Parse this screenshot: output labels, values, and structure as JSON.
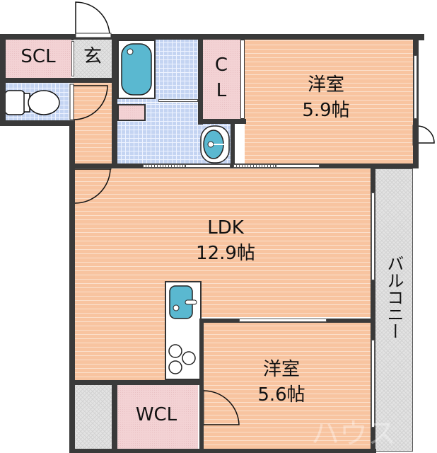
{
  "floor_plan": {
    "rooms": {
      "scl": {
        "label": "SCL"
      },
      "genkan": {
        "label": "玄"
      },
      "closet": {
        "label_line1": "C",
        "label_line2": "L"
      },
      "western_room_1": {
        "label": "洋室",
        "size": "5.9帖"
      },
      "ldk": {
        "label": "LDK",
        "size": "12.9帖"
      },
      "western_room_2": {
        "label": "洋室",
        "size": "5.6帖"
      },
      "wcl": {
        "label": "WCL"
      },
      "balcony": {
        "label": "バルコニー"
      }
    },
    "fixtures": [
      "toilet-icon",
      "bathtub-icon",
      "washbasin-icon",
      "kitchen-sink-icon",
      "stove-burners-icon"
    ],
    "colors": {
      "wall": "#3a3a3a",
      "wood_floor": "#f8c4a0",
      "tile_floor": "#c4d4f2",
      "storage_pink": "#f3d2d4",
      "balcony_gray": "#e3e3e3",
      "fixture_blue": "#5ab8d0"
    },
    "watermark": "ハウス"
  }
}
